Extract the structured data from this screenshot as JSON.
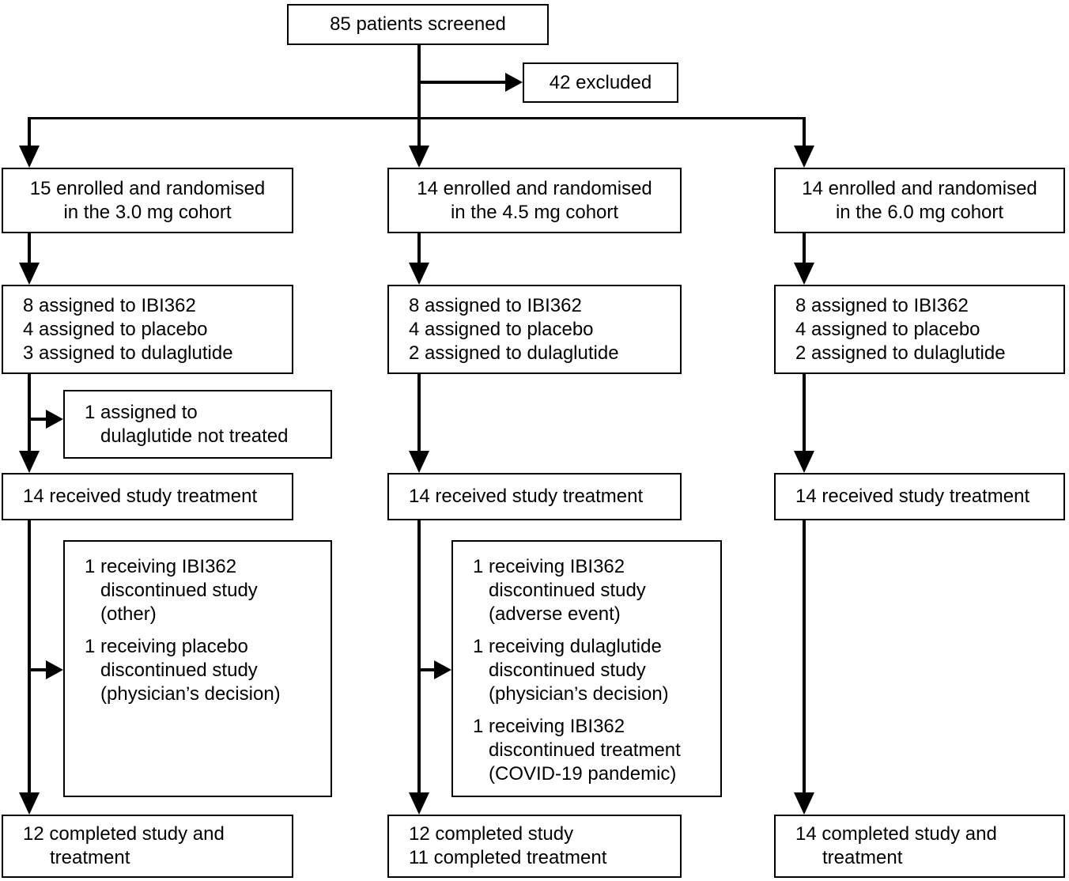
{
  "flowchart": {
    "screened": "85 patients screened",
    "excluded": "42 excluded",
    "columns": [
      {
        "enrolled": [
          "15 enrolled and randomised",
          "in the 3.0 mg cohort"
        ],
        "assigned": [
          "8 assigned to IBI362",
          "4 assigned to placebo",
          "3 assigned to dulaglutide"
        ],
        "not_treated": [
          "1 assigned to",
          "dulaglutide not treated"
        ],
        "received": "14 received study treatment",
        "discontinued": [
          [
            "1 receiving IBI362",
            "discontinued study",
            "(other)"
          ],
          [
            "1 receiving placebo",
            "discontinued study",
            "(physician’s decision)"
          ]
        ],
        "completed": [
          "12 completed study and",
          "treatment"
        ]
      },
      {
        "enrolled": [
          "14 enrolled and randomised",
          "in the 4.5 mg cohort"
        ],
        "assigned": [
          "8 assigned to IBI362",
          "4 assigned to placebo",
          "2 assigned to dulaglutide"
        ],
        "received": "14 received study treatment",
        "discontinued": [
          [
            "1 receiving IBI362",
            "discontinued study",
            "(adverse event)"
          ],
          [
            "1 receiving dulaglutide",
            "discontinued study",
            "(physician’s decision)"
          ],
          [
            "1 receiving IBI362",
            "discontinued treatment",
            "(COVID-19 pandemic)"
          ]
        ],
        "completed": [
          "12 completed study",
          "11 completed treatment"
        ]
      },
      {
        "enrolled": [
          "14 enrolled and randomised",
          "in the 6.0 mg cohort"
        ],
        "assigned": [
          "8 assigned to IBI362",
          "4 assigned to placebo",
          "2 assigned to dulaglutide"
        ],
        "received": "14 received study treatment",
        "completed": [
          "14 completed study and",
          "treatment"
        ]
      }
    ]
  }
}
